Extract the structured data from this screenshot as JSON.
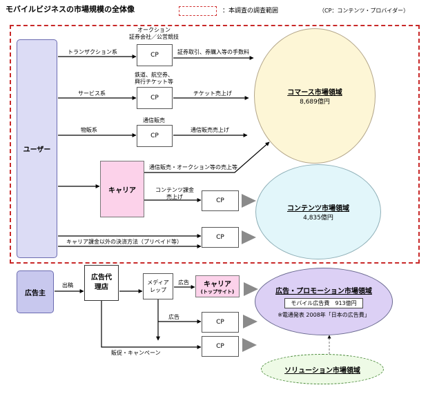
{
  "header": {
    "title": "モバイルビジネスの市場規模の全体像",
    "legend_label": "：本調査の調査範囲",
    "cp_note": "（CP：コンテンツ・プロバイダー）"
  },
  "actors": {
    "user": "ユーザー",
    "advertiser": "広告主",
    "agency": "広告代理店",
    "media_rep": "メディアレップ",
    "carrier": "キャリア",
    "carrier_top_title": "キャリア",
    "carrier_top_sub": "(トップサイト)",
    "cp": "CP"
  },
  "rows": {
    "transaction": "トランザクション系",
    "auction_top": "オークション",
    "auction_sub": "証券会社／公営競技",
    "auction_flow": "証券取引、券購入等の手数料",
    "service": "サービス系",
    "ticket_top": "鉄道、航空券、",
    "ticket_sub": "興行チケット等",
    "ticket_flow": "チケット売上げ",
    "goods": "物販系",
    "mailorder": "通信販売",
    "mailorder_flow": "通信販売売上げ",
    "carrier_sales": "通信販売・オークション等の売上等",
    "content_charge_1": "コンテンツ課金",
    "content_charge_2": "売上げ",
    "non_carrier": "キャリア課金以外の決済方法（プリペイド等）"
  },
  "ad_flow": {
    "placement": "出稿",
    "ad": "広告",
    "ad2": "広告",
    "promo": "販促・キャンペーン"
  },
  "markets": {
    "commerce_title": "コマース市場領域",
    "commerce_value": "8,689億円",
    "content_title": "コンテンツ市場領域",
    "content_value": "4,835億円",
    "ad_title": "広告・プロモーション市場領域",
    "ad_box": "モバイル広告費　913億円",
    "ad_note": "※電通発表 2008年「日本の広告費」",
    "solution_title": "ソリューション市場領域"
  },
  "colors": {
    "region_border": "#c82828",
    "user_fill": "#dcdcf5",
    "carrier_fill": "#fcd2ea",
    "commerce_fill": "#fdf6d6",
    "content_fill": "#e2f6fa",
    "ad_fill": "#dcd0f5",
    "solution_fill": "#eefae6"
  }
}
